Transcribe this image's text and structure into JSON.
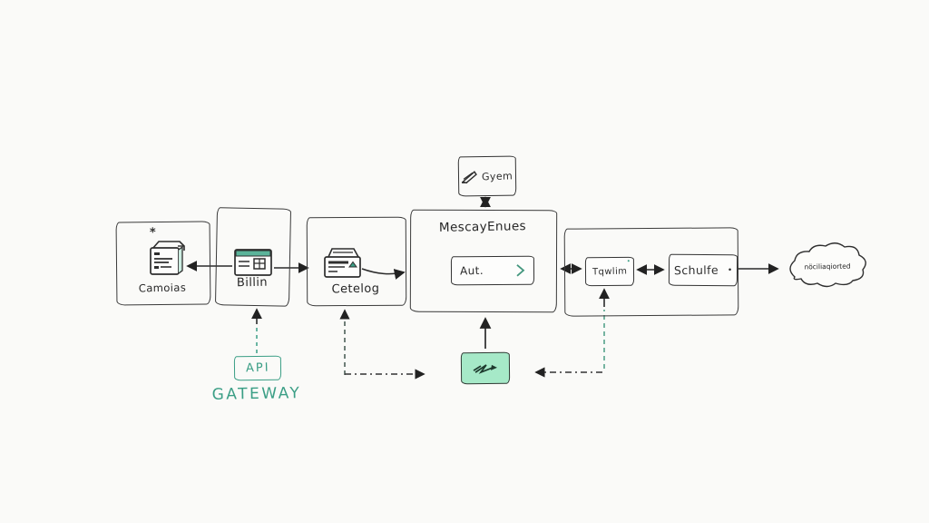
{
  "diagram": {
    "background_color": "#fafaf8",
    "ink_color": "#2e2e2e",
    "accent_color": "#3a9e85",
    "mint_fill": "#a6e9c8",
    "nodes": {
      "canvas_service": {
        "label": "Camoias",
        "sparkle": "*"
      },
      "billing": {
        "label": "Billin"
      },
      "catalog": {
        "label": "Cetelog"
      },
      "message_queues": {
        "title": "MescayEnues"
      },
      "auth": {
        "label": "Aut."
      },
      "system": {
        "label": "Gyem"
      },
      "tqwlim": {
        "label": "Tqwlim",
        "dot": "•"
      },
      "schulfe": {
        "label": "Schulfe",
        "dot": "•"
      },
      "cloud": {
        "label": "nöciliaqiorted"
      },
      "api_gateway": {
        "box_label": "API",
        "caption": "GATEWAY"
      }
    }
  }
}
